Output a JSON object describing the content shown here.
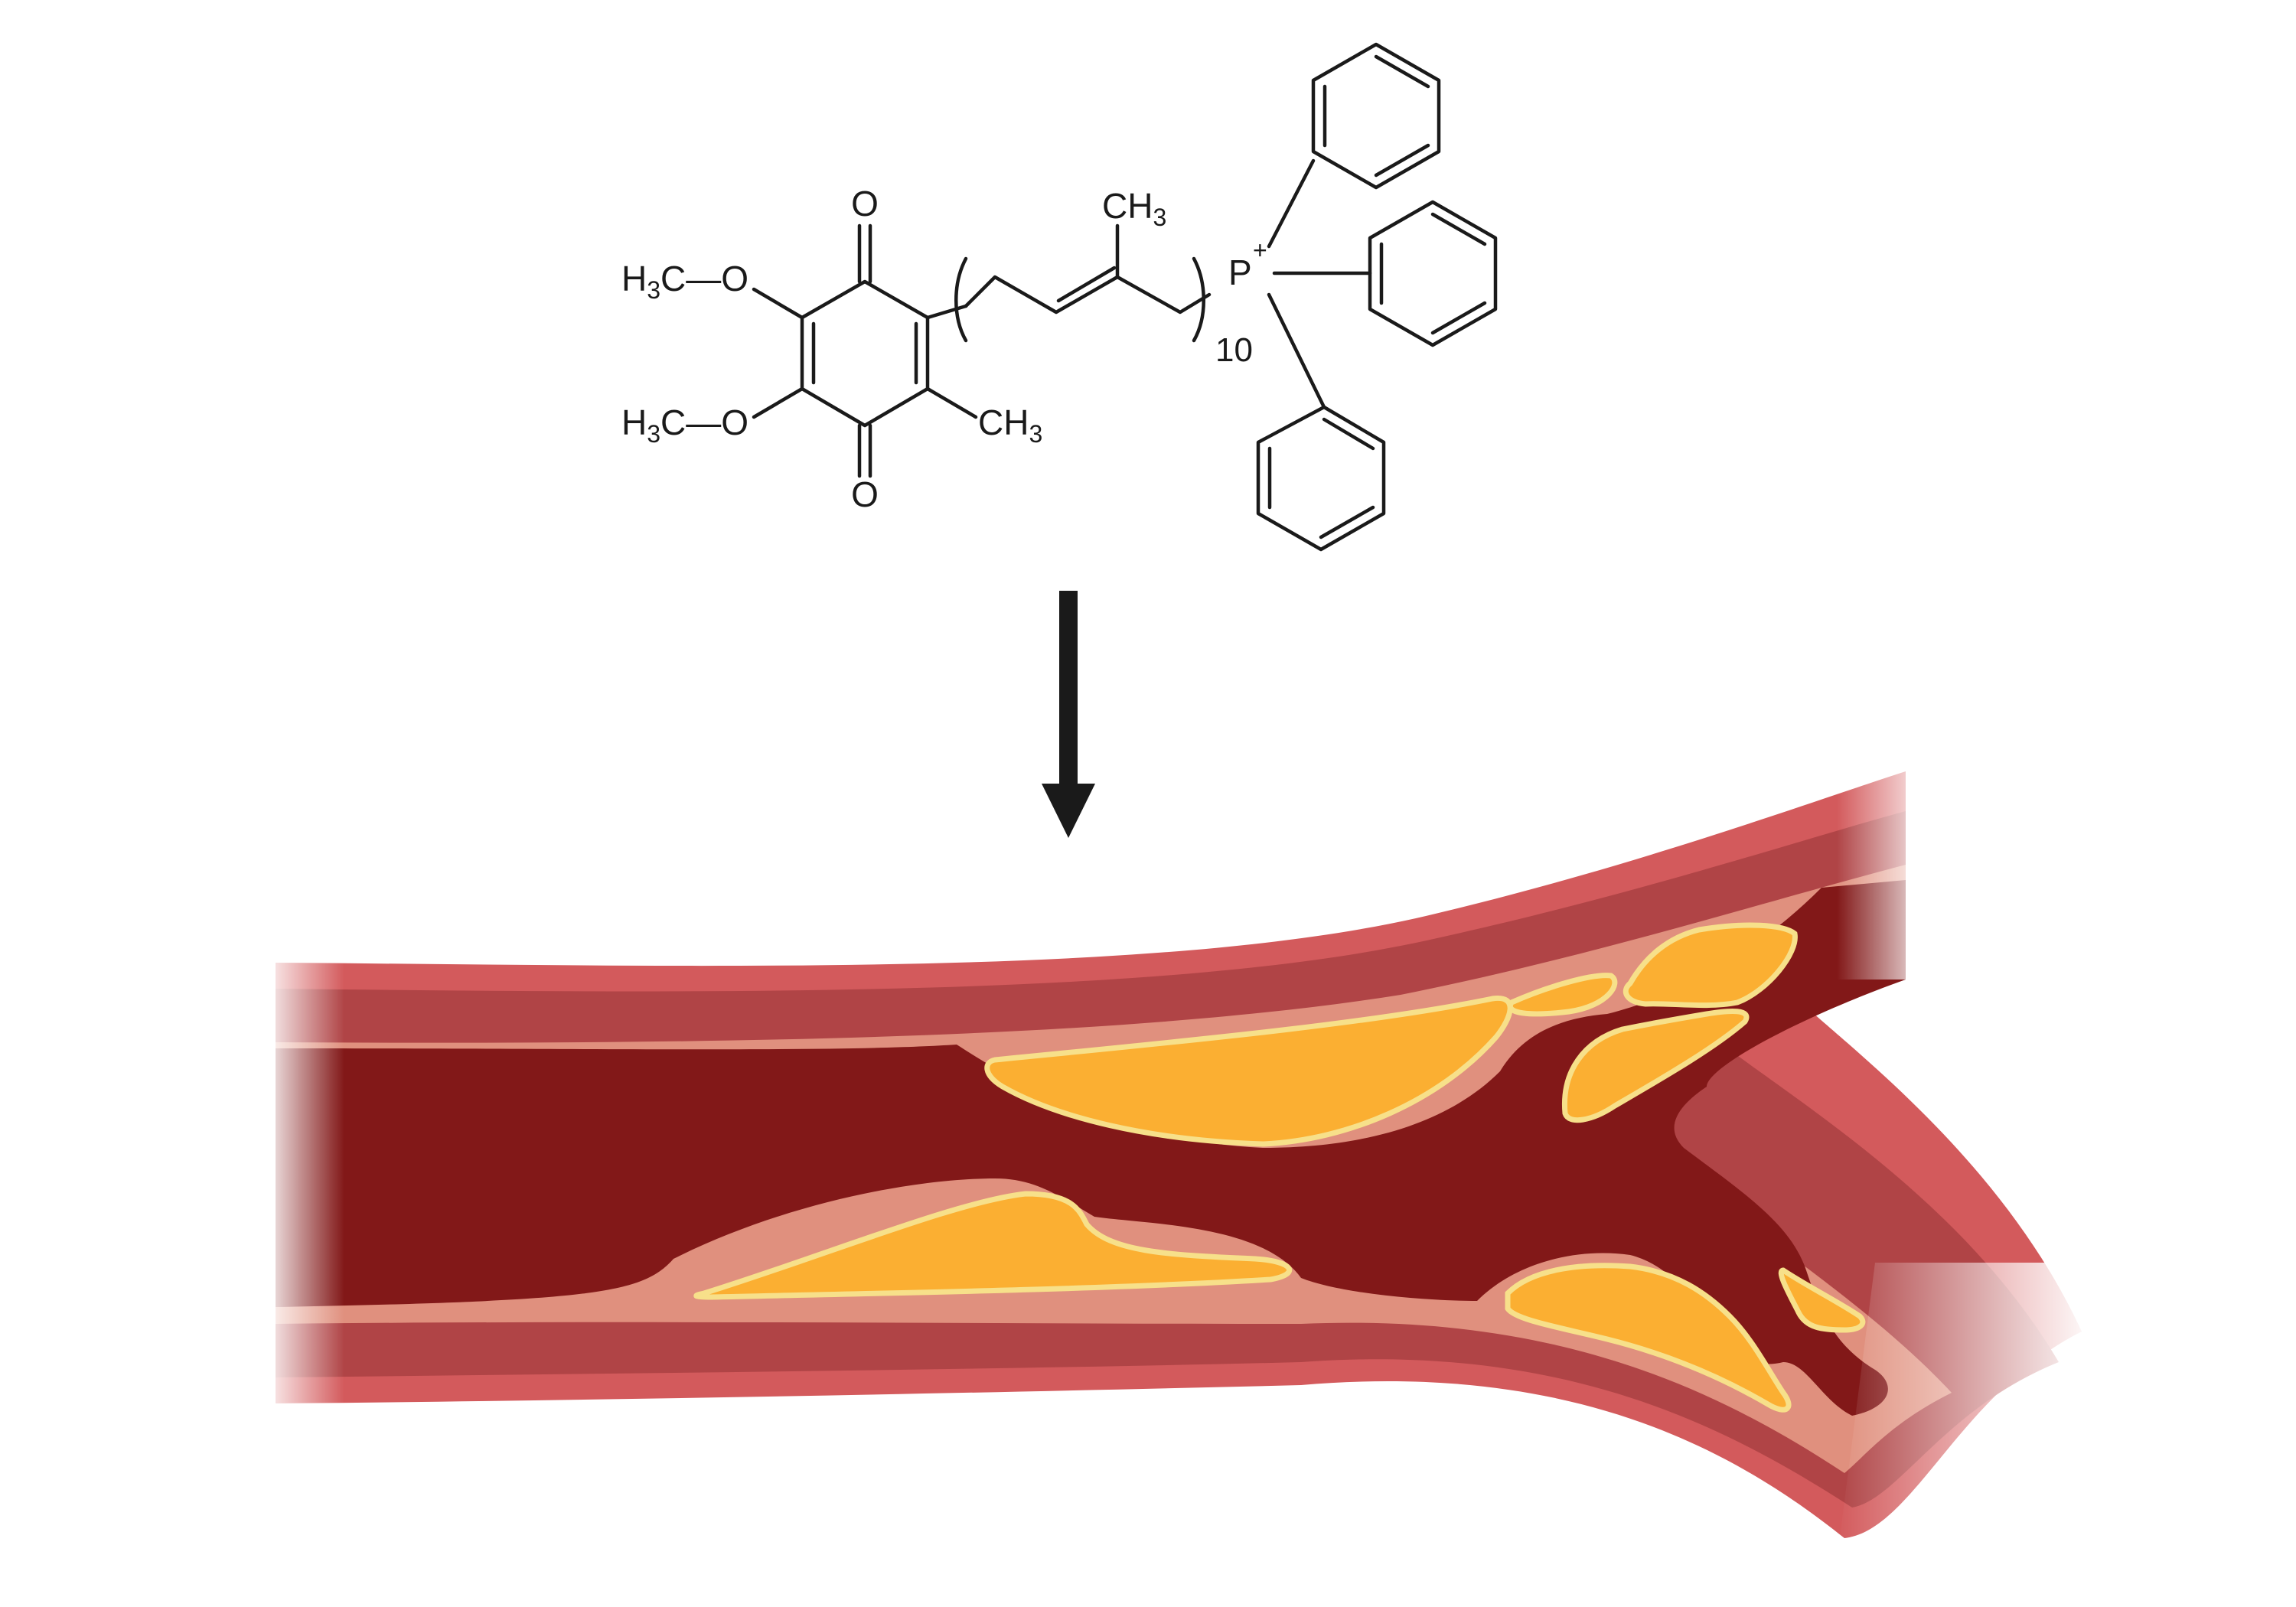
{
  "molecule": {
    "methoxy_top": [
      "H",
      "3",
      "C—O"
    ],
    "methoxy_bottom": [
      "H",
      "3",
      "C—O"
    ],
    "oxygen_top": "O",
    "oxygen_bottom": "O",
    "methyl_ring": [
      "CH",
      "3"
    ],
    "methyl_chain": [
      "CH",
      "3"
    ],
    "repeat_count": "10",
    "phosphorus": "P",
    "charge": "+"
  },
  "colors": {
    "ink": "#1a1a1a",
    "artery_outer": "#d35a5c",
    "artery_media": "#b04446",
    "intima": "#e0907e",
    "lumen": "#821818",
    "plaque_core": "#fbaf32",
    "plaque_rim": "#f7e08a"
  }
}
